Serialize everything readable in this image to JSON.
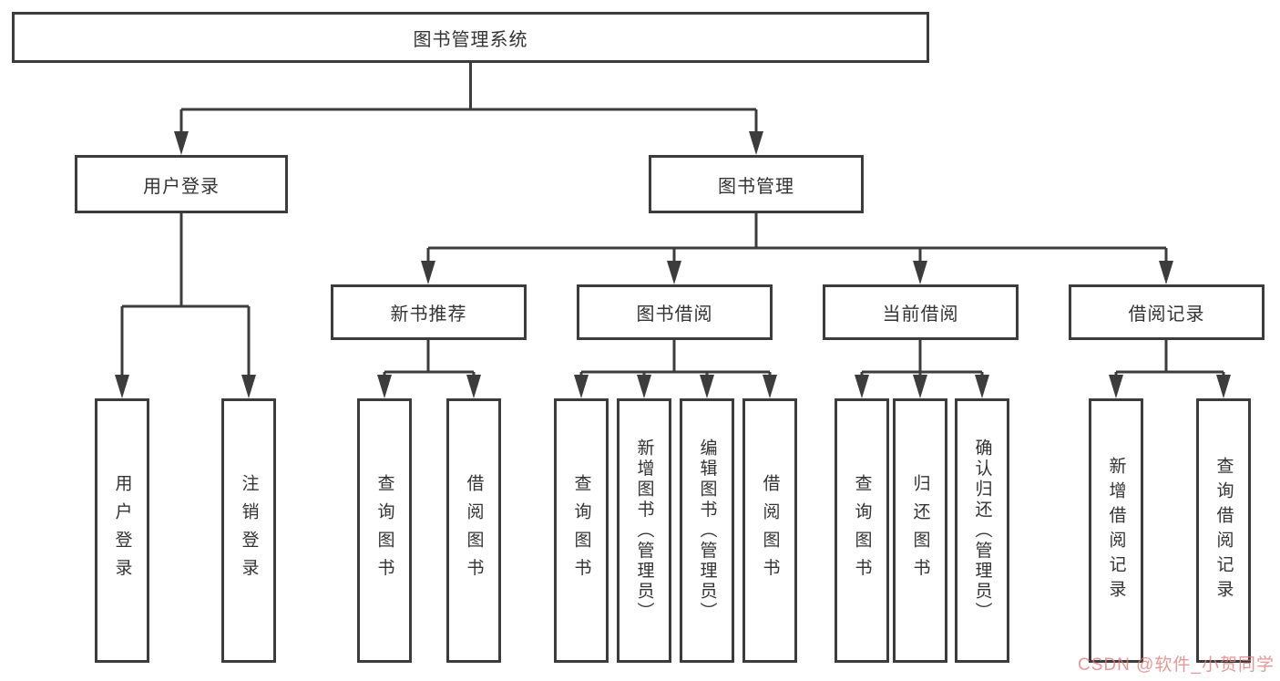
{
  "diagram": {
    "title_node": {
      "label": "图书管理系统"
    },
    "level2": [
      {
        "label": "用户登录"
      },
      {
        "label": "图书管理"
      }
    ],
    "level3": [
      {
        "label": "新书推荐"
      },
      {
        "label": "图书借阅"
      },
      {
        "label": "当前借阅"
      },
      {
        "label": "借阅记录"
      }
    ],
    "leaves": {
      "user_login": [
        {
          "label": "用户登录"
        },
        {
          "label": "注销登录"
        }
      ],
      "new_book": [
        {
          "label": "查询图书"
        },
        {
          "label": "借阅图书"
        }
      ],
      "book_borrow": [
        {
          "label": "查询图书"
        },
        {
          "label": "新增图书（管理员）"
        },
        {
          "label": "编辑图书（管理员）"
        },
        {
          "label": "借阅图书"
        }
      ],
      "current_borrow": [
        {
          "label": "查询图书"
        },
        {
          "label": "归还图书"
        },
        {
          "label": "确认归还（管理员）"
        }
      ],
      "borrow_records": [
        {
          "label": "新增借阅记录"
        },
        {
          "label": "查询借阅记录"
        }
      ]
    },
    "watermark": "CSDN @软件_小贺同学",
    "colors": {
      "line": "#3c3c3c",
      "text": "#333333",
      "background": "#ffffff",
      "watermark": "#e17d7d"
    }
  }
}
